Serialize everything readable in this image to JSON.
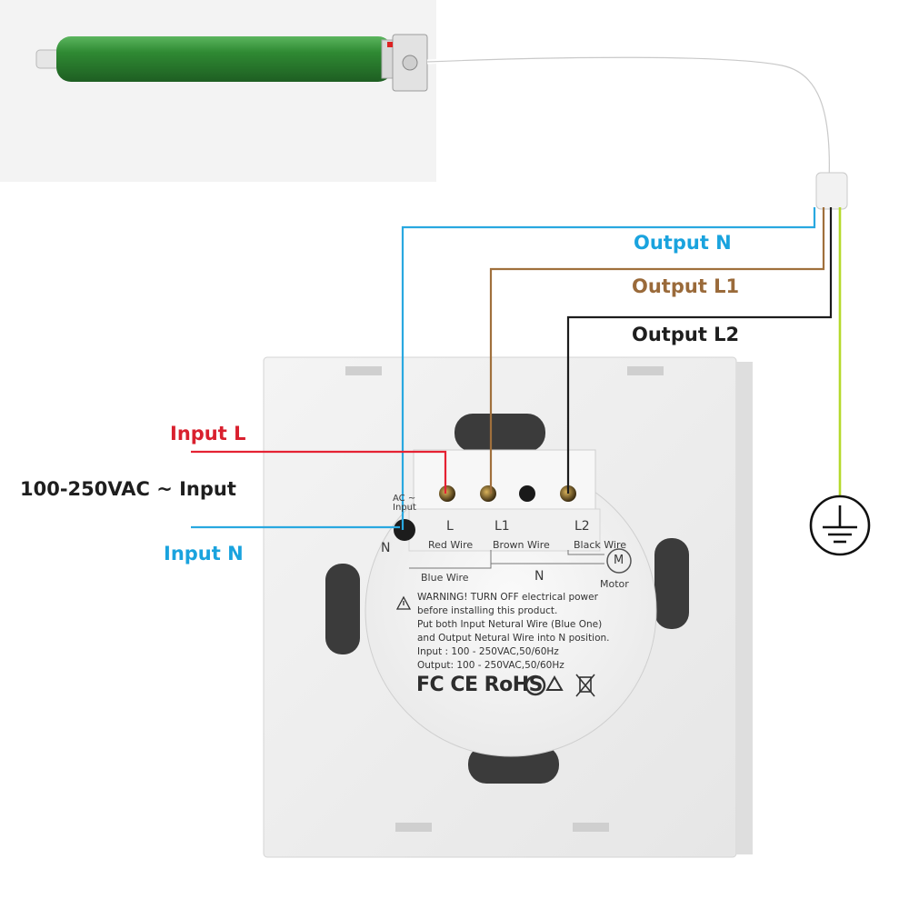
{
  "labels": {
    "output_n": "Output N",
    "output_l1": "Output L1",
    "output_l2": "Output L2",
    "input_l": "Input L",
    "supply": "100-250VAC ~ Input",
    "input_n": "Input N"
  },
  "switch_back": {
    "ac_input_line1": "AC ~",
    "ac_input_line2": "Input",
    "n_left": "N",
    "terminal_l": "L",
    "terminal_l1": "L1",
    "terminal_l2": "L2",
    "red_wire": "Red Wire",
    "brown_wire": "Brown Wire",
    "black_wire": "Black Wire",
    "blue_wire": "Blue Wire",
    "n_center": "N",
    "motor": "Motor",
    "motor_symbol": "M",
    "warning_lines": [
      "WARNING! TURN OFF electrical power",
      "before installing this product.",
      "Put both Input Netural Wire (Blue One)",
      "and Output Netural Wire into N position.",
      "Input : 100 - 250VAC,50/60Hz",
      "Output: 100 - 250VAC,50/60Hz"
    ],
    "certifications": "FC CE RoHS"
  },
  "colors": {
    "neutral_wire": "#29a8e0",
    "l1_wire": "#a0703c",
    "l2_wire": "#1c1c1c",
    "input_l_wire": "#e52233",
    "ground_wire": "#b5d92b",
    "motor_tube": "#2f8a33",
    "label_n": "#1aa3de",
    "label_l1": "#9a6a3a",
    "label_l2": "#1e1e1e",
    "label_input_l": "#d9202e"
  },
  "icons": [
    "motor-tube-icon",
    "ground-symbol-icon",
    "warning-triangle-icon",
    "motor-symbol-icon",
    "recycle-icon",
    "weee-bin-icon"
  ]
}
